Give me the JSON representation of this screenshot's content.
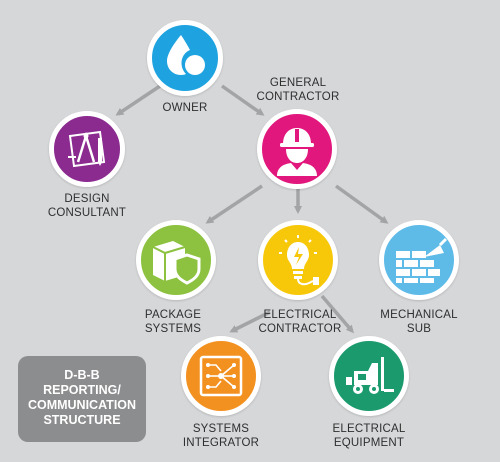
{
  "nodes": {
    "owner": {
      "label": [
        "OWNER"
      ],
      "color": "#1fa3e0",
      "icon": "water-drops-icon"
    },
    "general_contractor": {
      "label": [
        "GENERAL",
        "CONTRACTOR"
      ],
      "color": "#e2177d",
      "icon": "worker-hardhat-icon"
    },
    "design_consultant": {
      "label": [
        "DESIGN",
        "CONSULTANT"
      ],
      "color": "#8b2a8f",
      "icon": "drafting-tools-icon"
    },
    "package_systems": {
      "label": [
        "PACKAGE",
        "SYSTEMS"
      ],
      "color": "#8cc23f",
      "icon": "package-shield-icon"
    },
    "electrical_contractor": {
      "label": [
        "ELECTRICAL",
        "CONTRACTOR"
      ],
      "color": "#f7c80a",
      "icon": "lightbulb-plug-icon"
    },
    "mechanical_sub": {
      "label": [
        "MECHANICAL",
        "SUB"
      ],
      "color": "#5ebbe8",
      "icon": "brick-wall-trowel-icon"
    },
    "systems_integrator": {
      "label": [
        "SYSTEMS",
        "INTEGRATOR"
      ],
      "color": "#f39120",
      "icon": "circuit-board-icon"
    },
    "electrical_equipment": {
      "label": [
        "ELECTRICAL",
        "EQUIPMENT"
      ],
      "color": "#1b9a6e",
      "icon": "forklift-icon"
    }
  },
  "legend": {
    "lines": [
      "D-B-B",
      "REPORTING/",
      "COMMUNICATION",
      "STRUCTURE"
    ],
    "color": "#8c8d8f"
  },
  "arrow_color": "#a3a4a6"
}
